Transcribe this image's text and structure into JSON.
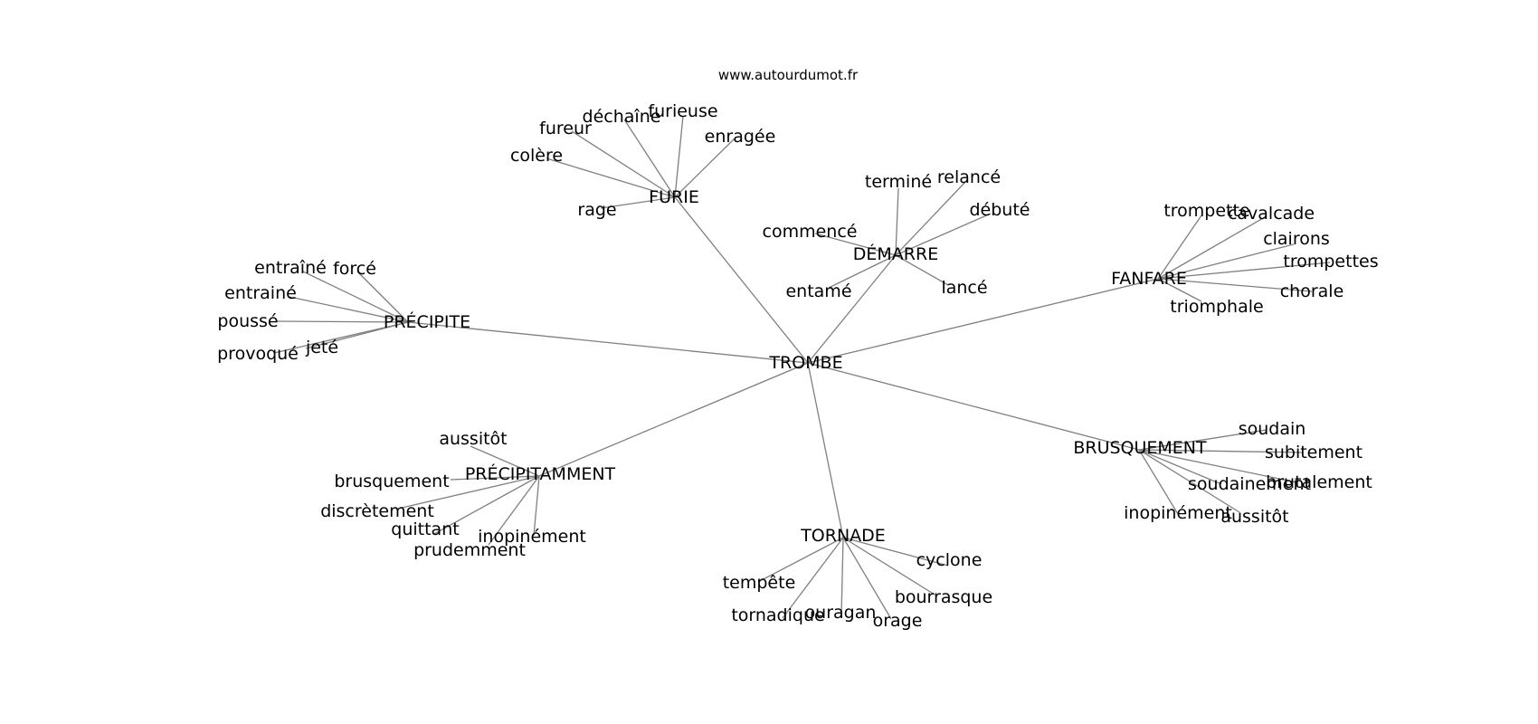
{
  "source": "www.autourdumot.fr",
  "center": "TROMBE",
  "clusters": [
    {
      "word": "FURIE",
      "related": [
        "colère",
        "fureur",
        "déchaîne",
        "furieuse",
        "enragée",
        "rage"
      ]
    },
    {
      "word": "DÉMARRE",
      "related": [
        "terminé",
        "relancé",
        "débuté",
        "commencé",
        "entamé",
        "lancé"
      ]
    },
    {
      "word": "FANFARE",
      "related": [
        "trompette",
        "cavalcade",
        "clairons",
        "trompettes",
        "chorale",
        "triomphale"
      ]
    },
    {
      "word": "PRÉCIPITE",
      "related": [
        "entraîné",
        "forcé",
        "entrainé",
        "poussé",
        "jeté",
        "provoqué"
      ]
    },
    {
      "word": "BRUSQUEMENT",
      "related": [
        "soudain",
        "subitement",
        "brutalement",
        "soudainement",
        "aussitôt",
        "inopinément"
      ]
    },
    {
      "word": "PRÉCIPITAMMENT",
      "related": [
        "aussitôt",
        "brusquement",
        "discrètement",
        "quittant",
        "inopinément",
        "prudemment"
      ]
    },
    {
      "word": "TORNADE",
      "related": [
        "cyclone",
        "tempête",
        "bourrasque",
        "ouragan",
        "orage",
        "tornadique"
      ]
    }
  ]
}
